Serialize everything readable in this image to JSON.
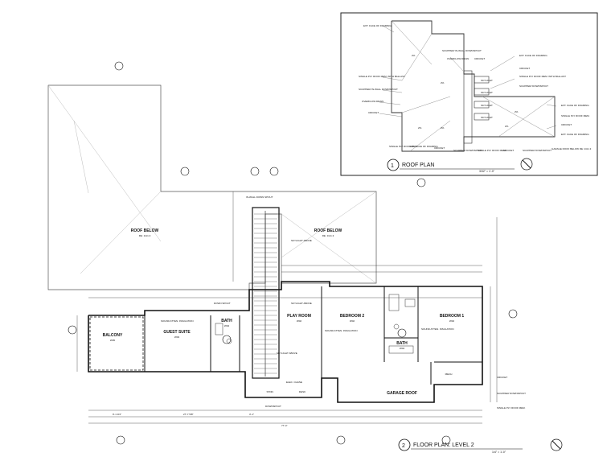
{
  "roof_plan": {
    "title": "ROOF PLAN",
    "number": "1",
    "scale": "3/32\" = 1'-0\"",
    "callouts_left": [
      "EXT. FACE OF FRAMING",
      "SINGLE PLY ROOF MEM. WITH BALLAST",
      "SCUPPER/ IN-WALL DOWNSPOUT",
      "OVERFLOW DRAIN",
      "CRICKET",
      "SINGLE PLY ROOF MEM.",
      "EXT. FACE OF FRAMING",
      "CRICKET"
    ],
    "callouts_top": [
      "SCUPPER/ IN-WALL DOWNSPOUT",
      "OVERFLOW DRAIN",
      "CRICKET"
    ],
    "callouts_right": [
      "EXT. FACE OF FRAMING",
      "CRICKET",
      "SINGLE PLY ROOF MEM. WITH BALLAST",
      "SCUPPER/ DOWNSPOUT",
      "EXT. FACE OF FRAMING",
      "SINGLE PLY ROOF MEM.",
      "CRICKET",
      "EXT. FACE OF FRAMING",
      "GARAGE ROOF BELOW RE: 2/A1.3"
    ],
    "callouts_bottom": [
      "SCUPPER/ DOWNSPOUT",
      "SINGLE PLY ROOF MEM.",
      "CRICKET",
      "SCUPPER/ DOWNSPOUT"
    ],
    "skylights": [
      "SKYLIGHT",
      "SKYLIGHT",
      "SKYLIGHT",
      "SKYLIGHT"
    ],
    "slopes": [
      "2%",
      "2%",
      "2%",
      "2%",
      "2%",
      "2%"
    ]
  },
  "floor_plan": {
    "title": "FLOOR PLAN: LEVEL 2",
    "number": "2",
    "scale": "1/4\" = 1'-0\"",
    "rooms": [
      {
        "name": "ROOF BELOW",
        "sub": "RE: 1/A1.3"
      },
      {
        "name": "ROOF BELOW",
        "sub": "RE: 1/A1.3"
      },
      {
        "name": "BALCONY",
        "sub": "W05"
      },
      {
        "name": "GUEST SUITE",
        "sub": "W03"
      },
      {
        "name": "BATH",
        "sub": "W04"
      },
      {
        "name": "PLAY ROOM",
        "sub": "W02"
      },
      {
        "name": "BEDROOM 2",
        "sub": "W02"
      },
      {
        "name": "BATH",
        "sub": "W04"
      },
      {
        "name": "BEDROOM 1",
        "sub": "W02"
      },
      {
        "name": "MECH",
        "sub": ""
      },
      {
        "name": "GARAGE ROOF",
        "sub": ""
      },
      {
        "name": "STOR.",
        "sub": ""
      },
      {
        "name": "DESK",
        "sub": ""
      }
    ],
    "notes": [
      "SKYLIGHT ABOVE",
      "SKYLIGHT ABOVE",
      "SKYLIGHT ABOVE",
      "SOUND ATTEN. INSULATION",
      "SOUND ATTEN. INSULATION",
      "SOUND ATTEN. INSULATION",
      "DOWN SPOUT",
      "IN-WALL DOWN SPOUT",
      "ELEC. CHASE",
      "DOWNSPOUT",
      "CRICKET",
      "SCUPPER/ DOWNSPOUT",
      "SINGLE PLY ROOF MEM."
    ],
    "dimensions_bottom": [
      "9'-1 3/4\"",
      "27'-7 5/8\"",
      "3'-1\"",
      "77'-4\""
    ]
  }
}
